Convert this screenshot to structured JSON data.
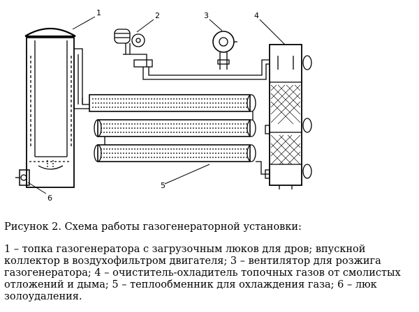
{
  "figure": {
    "labels": [
      "1",
      "2",
      "3",
      "4",
      "5",
      "6"
    ]
  },
  "caption": "Рисунок 2. Схема работы газогенераторной установки:",
  "legend": "1 – топка газогенератора с загрузочным люков для дров; впускной коллектор в воздухофильтром двигателя; 3 – вентилятор для розжига газогенератора; 4 – очиститель-охладитель топочных газов от смолистых отложений и дыма; 5 – теплообменник для охлаждения газа; 6 – люк золоудаления."
}
